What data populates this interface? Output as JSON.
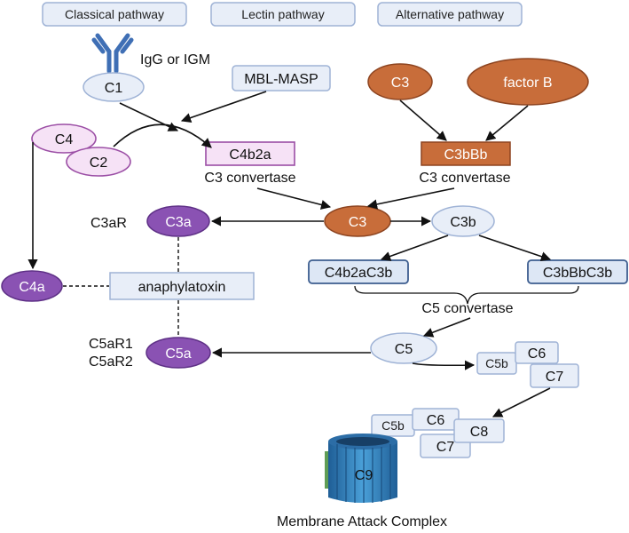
{
  "headers": {
    "classical": "Classical pathway",
    "lectin": "Lectin pathway",
    "alternative": "Alternative pathway"
  },
  "nodes": {
    "igg": "IgG or IGM",
    "c1": "C1",
    "mbl": "MBL-MASP",
    "c3_top": "C3",
    "factor_b": "factor B",
    "c4": "C4",
    "c2": "C2",
    "c4b2a": "C4b2a",
    "c3_convertase_left": "C3 convertase",
    "c3bbb": "C3bBb",
    "c3_convertase_right": "C3 convertase",
    "c3_center": "C3",
    "c3b": "C3b",
    "c3ar": "C3aR",
    "c3a": "C3a",
    "c4a": "C4a",
    "anaphylatoxin": "anaphylatoxin",
    "c4b2ac3b": "C4b2aC3b",
    "c3bbbc3b": "C3bBbC3b",
    "c5_convertase": "C5 convertase",
    "c5": "C5",
    "c5ar1": "C5aR1",
    "c5ar2": "C5aR2",
    "c5a": "C5a",
    "c5b_1": "C5b",
    "c6_1": "C6",
    "c7_1": "C7",
    "c5b_2": "C5b",
    "c6_2": "C6",
    "c7_2": "C7",
    "c8": "C8",
    "c9": "C9",
    "mac": "Membrane Attack Complex"
  },
  "colors": {
    "box_blue": "#e8eef8",
    "pink": "#f6e2f6",
    "purple": "#8a52b3",
    "orange": "#c86d3a",
    "antibody_blue": "#3f6fb5",
    "pore_blue": "#3b87c4"
  }
}
